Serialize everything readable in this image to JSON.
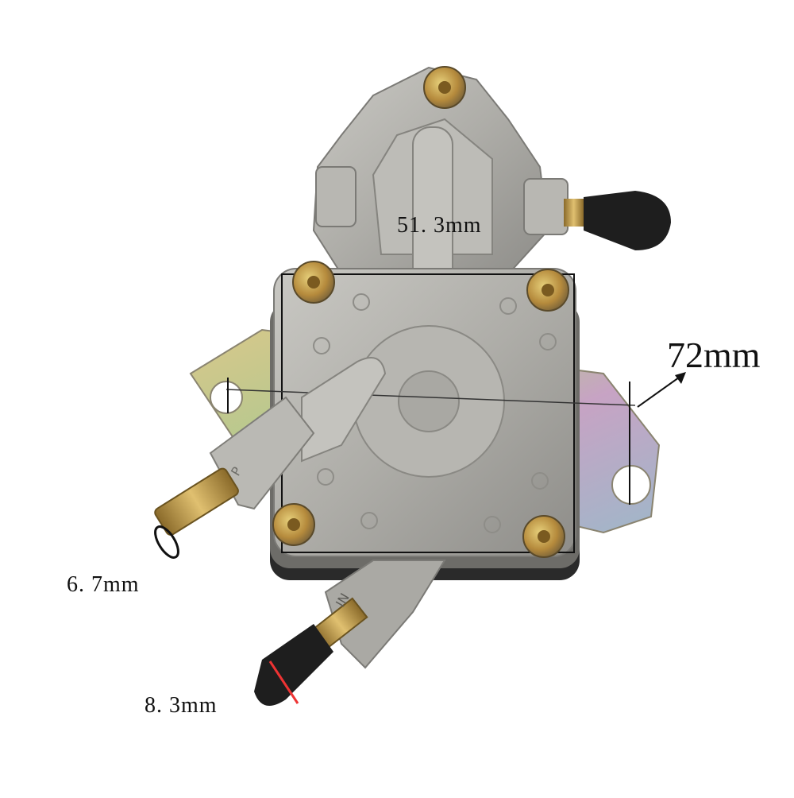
{
  "image": {
    "subject": "motorcycle fuel pump",
    "background_color": "#ffffff",
    "metal_color": "#b2b1ac",
    "bracket_tint": "iridescent"
  },
  "dimensions": {
    "width_label": "51. 3mm",
    "span_label": "72mm",
    "outlet_label": "6. 7mm",
    "inlet_label": "8. 3mm"
  },
  "part_markings": {
    "outlet_letter": "P",
    "inlet_letter": "IN"
  }
}
